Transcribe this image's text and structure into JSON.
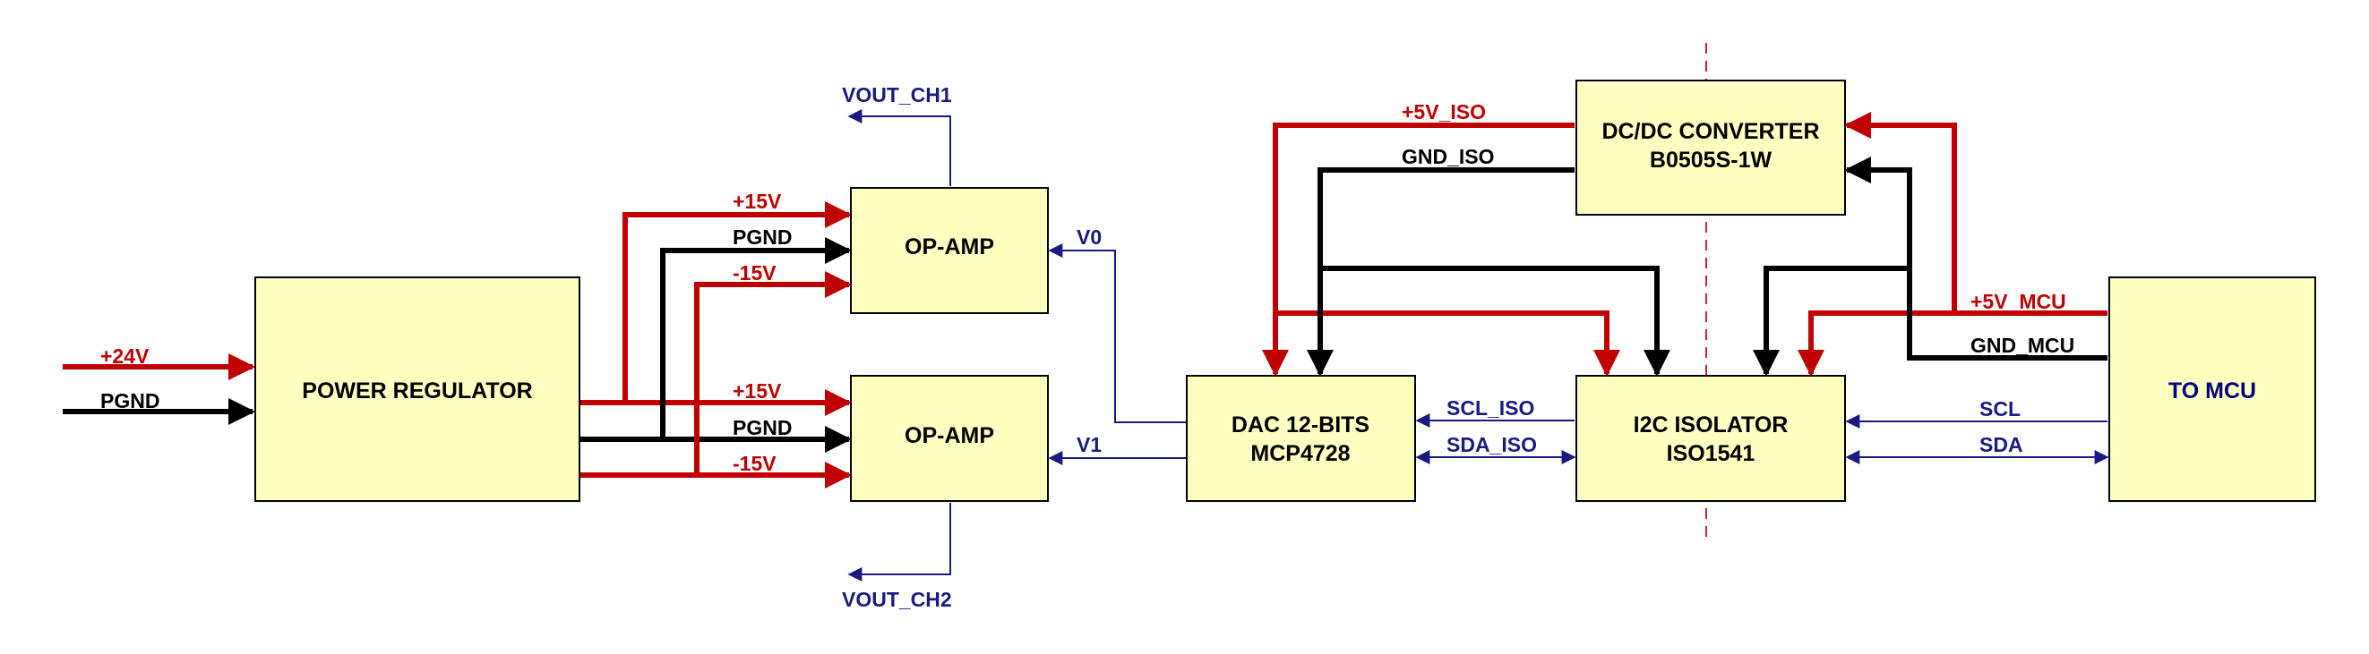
{
  "colors": {
    "block_fill": "#ffffc0",
    "power_positive": "#c00000",
    "ground": "#000000",
    "signal": "#1a1a80",
    "isolation_barrier": "#d02030"
  },
  "blocks": {
    "power_regulator": {
      "line1": "POWER REGULATOR",
      "line2": ""
    },
    "opamp_1": {
      "line1": "OP-AMP",
      "line2": ""
    },
    "opamp_2": {
      "line1": "OP-AMP",
      "line2": ""
    },
    "dac": {
      "line1": "DAC 12-BITS",
      "line2": "MCP4728"
    },
    "dcdc": {
      "line1": "DC/DC CONVERTER",
      "line2": "B0505S-1W"
    },
    "isolator": {
      "line1": "I2C ISOLATOR",
      "line2": "ISO1541"
    },
    "mcu": {
      "line1": "TO MCU",
      "line2": ""
    }
  },
  "labels": {
    "in_24v": "+24V",
    "in_pgnd": "PGND",
    "oa1_p15": "+15V",
    "oa1_pgnd": "PGND",
    "oa1_n15": "-15V",
    "oa2_p15": "+15V",
    "oa2_pgnd": "PGND",
    "oa2_n15": "-15V",
    "vout1": "VOUT_CH1",
    "vout2": "VOUT_CH2",
    "v0": "V0",
    "v1": "V1",
    "p5v_iso": "+5V_ISO",
    "gnd_iso": "GND_ISO",
    "p5v_mcu": "+5V_MCU",
    "gnd_mcu": "GND_MCU",
    "scl_iso": "SCL_ISO",
    "sda_iso": "SDA_ISO",
    "scl": "SCL",
    "sda": "SDA"
  }
}
